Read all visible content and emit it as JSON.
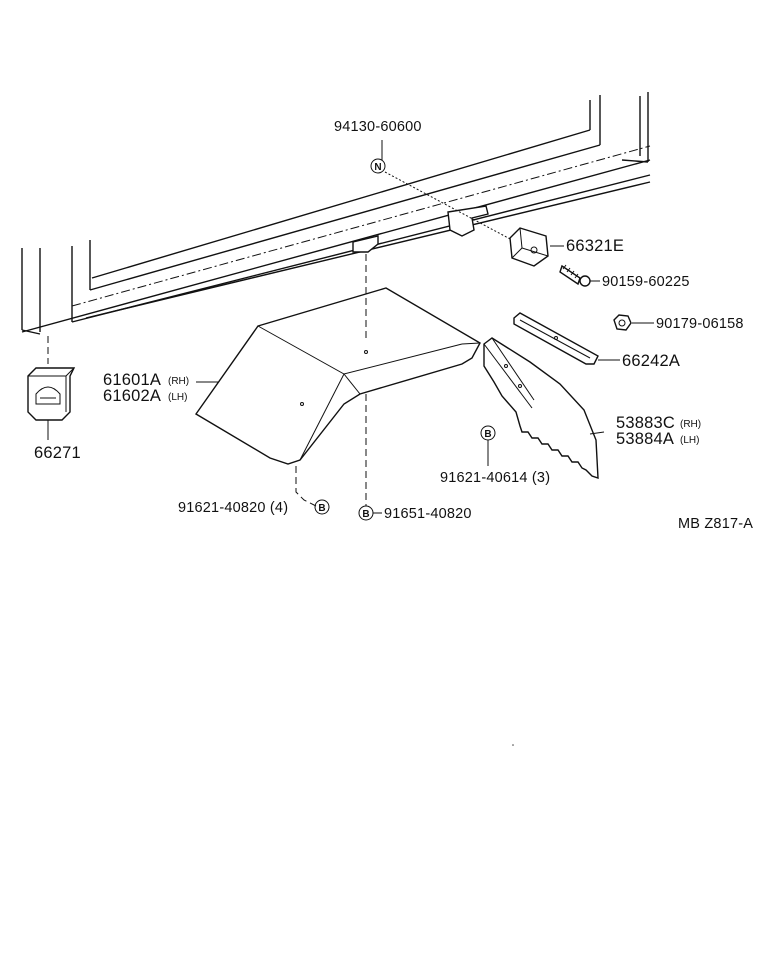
{
  "diagram_id": "MB Z817-A",
  "parts": {
    "clip_n": {
      "number": "94130-60600",
      "mark": "N"
    },
    "stopper": {
      "number": "66321E"
    },
    "screw": {
      "number": "90159-60225"
    },
    "nut": {
      "number": "90179-06158"
    },
    "bracket": {
      "number": "66242A"
    },
    "fender_rh": {
      "number": "61601A",
      "side": "(RH)"
    },
    "fender_lh": {
      "number": "61602A",
      "side": "(LH)"
    },
    "mudguard_rh": {
      "number": "53883C",
      "side": "(RH)"
    },
    "mudguard_lh": {
      "number": "53884A",
      "side": "(LH)"
    },
    "bolt_b_right": {
      "number": "91621-40614 (3)",
      "mark": "B"
    },
    "bolt_b_left": {
      "number": "91621-40820 (4)",
      "mark": "B"
    },
    "bolt_b_center": {
      "number": "91651-40820",
      "mark": "B"
    },
    "grommet": {
      "number": "66271"
    }
  }
}
